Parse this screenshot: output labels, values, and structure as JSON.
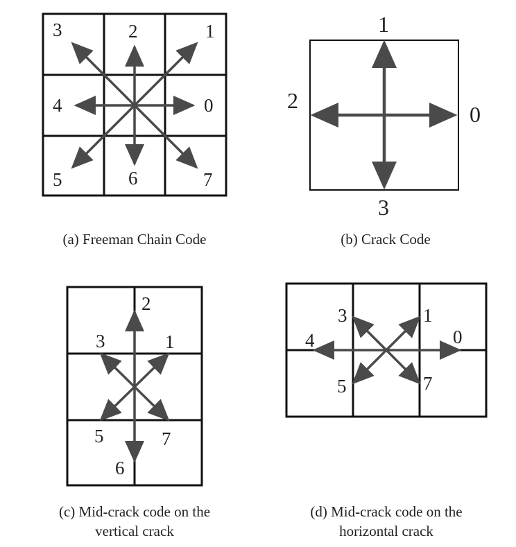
{
  "colors": {
    "line": "#111111",
    "arrow": "#4a4a4a",
    "text": "#222222"
  },
  "panels": {
    "a": {
      "caption": "(a) Freeman Chain Code",
      "labels": [
        "0",
        "1",
        "2",
        "3",
        "4",
        "5",
        "6",
        "7"
      ]
    },
    "b": {
      "caption": "(b) Crack Code",
      "labels": [
        "0",
        "1",
        "2",
        "3"
      ]
    },
    "c": {
      "caption_line1": "(c) Mid-crack code on the",
      "caption_line2": "vertical crack",
      "labels": [
        "1",
        "2",
        "3",
        "5",
        "6",
        "7"
      ]
    },
    "d": {
      "caption_line1": "(d) Mid-crack code on the",
      "caption_line2": "horizontal crack",
      "labels": [
        "0",
        "1",
        "3",
        "4",
        "5",
        "7"
      ]
    }
  }
}
